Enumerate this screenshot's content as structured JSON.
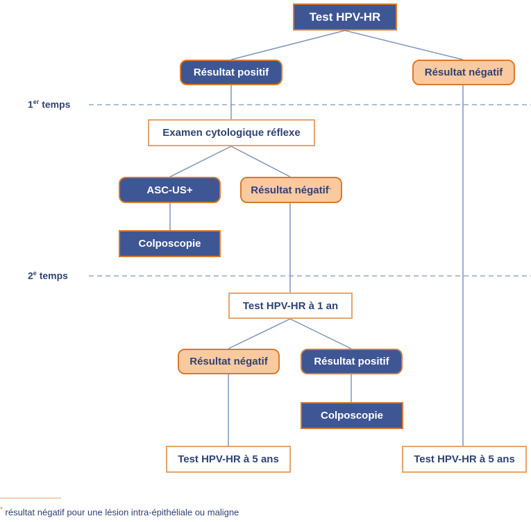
{
  "diagram": {
    "root": "Test HPV-HR",
    "phase1": {
      "sup": "er",
      "text": " temps"
    },
    "phase2": {
      "sup": "e",
      "text": " temps"
    },
    "pos1": "Résultat positif",
    "neg1": "Résultat négatif",
    "cyto": "Examen cytologique réflexe",
    "ascus": "ASC-US+",
    "neg_cyto": "Résultat négatif",
    "neg_cyto_mark": "*",
    "colpo1": "Colposcopie",
    "test1an": "Test HPV-HR à 1 an",
    "neg2": "Résultat négatif",
    "pos2": "Résultat positif",
    "colpo2": "Colposcopie",
    "test5a": "Test HPV-HR à 5 ans",
    "test5b": "Test HPV-HR à 5 ans"
  },
  "footnote": {
    "mark": "*",
    "text": " résultat négatif pour une lésion intra-épithéliale ou maligne"
  },
  "colors": {
    "blue": "#3e5694",
    "peach": "#f9c9a0",
    "orange_border": "#d97a2b",
    "text_navy": "#2f4372",
    "connector": "#7d94bd"
  }
}
